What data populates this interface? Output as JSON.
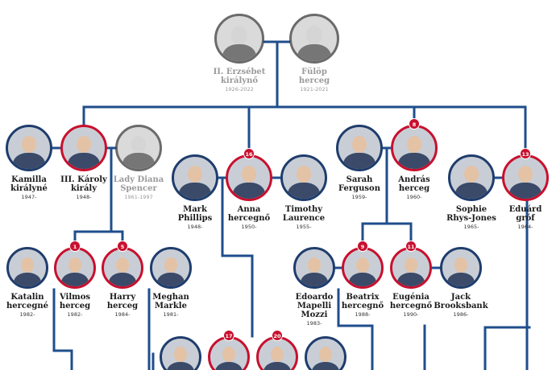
{
  "colors": {
    "line": "#1f4e8c",
    "ring_navy": "#1f3d6d",
    "ring_red": "#c8102e",
    "badge": "#c8102e",
    "grey_text": "#9a9a9a"
  },
  "people": [
    {
      "id": "elizabeth",
      "name": "II. Erzsébet\nkirálynő",
      "years": "1926-2022",
      "ring": "navy",
      "faded": true
    },
    {
      "id": "philip",
      "name": "Fülöp\nherceg",
      "years": "1921-2021",
      "ring": "navy",
      "faded": true
    },
    {
      "id": "camilla",
      "name": "Kamilla\nkirályné",
      "years": "1947-",
      "ring": "navy"
    },
    {
      "id": "charles",
      "name": "III. Károly\nkirály",
      "years": "1948-",
      "ring": "red"
    },
    {
      "id": "diana",
      "name": "Lady Diana\nSpencer",
      "years": "1961-1997",
      "ring": "navy",
      "faded": true
    },
    {
      "id": "mark",
      "name": "Mark\nPhillips",
      "years": "1948-",
      "ring": "navy"
    },
    {
      "id": "anne",
      "name": "Anna\nhercegnő",
      "years": "1950-",
      "ring": "red",
      "badge": "16"
    },
    {
      "id": "timothy",
      "name": "Timothy\nLaurence",
      "years": "1955-",
      "ring": "navy"
    },
    {
      "id": "sarah",
      "name": "Sarah\nFerguson",
      "years": "1959-",
      "ring": "navy"
    },
    {
      "id": "andrew",
      "name": "András\nherceg",
      "years": "1960-",
      "ring": "red",
      "badge": "8"
    },
    {
      "id": "sophie",
      "name": "Sophie\nRhys-Jones",
      "years": "1965-",
      "ring": "navy"
    },
    {
      "id": "edward",
      "name": "Eduárd\ngróf",
      "years": "1964-",
      "ring": "red",
      "badge": "13"
    },
    {
      "id": "catherine",
      "name": "Katalin\nhercegné",
      "years": "1982-",
      "ring": "navy"
    },
    {
      "id": "william",
      "name": "Vilmos\nherceg",
      "years": "1982-",
      "ring": "red",
      "badge": "1"
    },
    {
      "id": "harry",
      "name": "Harry\nherceg",
      "years": "1984-",
      "ring": "red",
      "badge": "5"
    },
    {
      "id": "meghan",
      "name": "Meghan\nMarkle",
      "years": "1981-",
      "ring": "navy"
    },
    {
      "id": "edoardo",
      "name": "Edoardo\nMapelli\nMozzi",
      "years": "1983-",
      "ring": "navy"
    },
    {
      "id": "beatrice",
      "name": "Beatrix\nhercegnő",
      "years": "1988-",
      "ring": "red",
      "badge": "9"
    },
    {
      "id": "eugenie",
      "name": "Eugénia\nhercegnő",
      "years": "1990-",
      "ring": "red",
      "badge": "11"
    },
    {
      "id": "jack",
      "name": "Jack\nBrooksbank",
      "years": "1986-",
      "ring": "navy"
    },
    {
      "id": "autumn",
      "name": "",
      "years": "",
      "ring": "navy"
    },
    {
      "id": "peter",
      "name": "",
      "years": "",
      "ring": "red",
      "badge": "17"
    },
    {
      "id": "zara",
      "name": "",
      "years": "",
      "ring": "red",
      "badge": "20"
    },
    {
      "id": "mike",
      "name": "",
      "years": "",
      "ring": "navy"
    }
  ]
}
